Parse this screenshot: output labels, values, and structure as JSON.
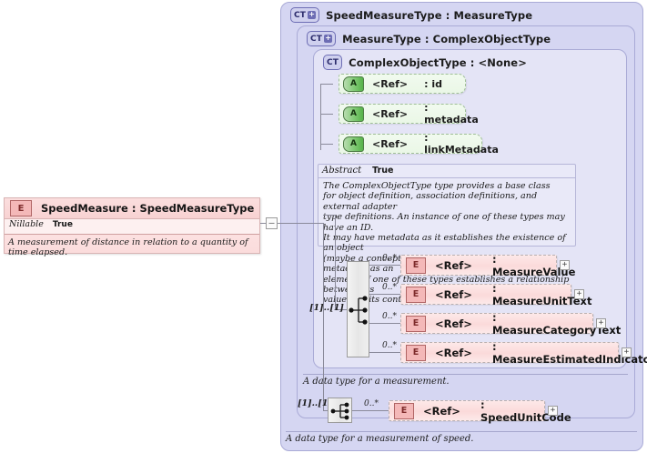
{
  "root_element": {
    "badge": "E",
    "title": "SpeedMeasure : SpeedMeasureType",
    "nillable_key": "Nillable",
    "nillable_value": "True",
    "description": "A measurement of distance in relation to a quantity of time elapsed.",
    "collapse_glyph": "–"
  },
  "panels": {
    "speed_measure_type": {
      "badge": "CT",
      "badge_plus": "+",
      "title": "SpeedMeasureType : MeasureType",
      "caption": "A data type for a measurement of speed."
    },
    "measure_type": {
      "badge": "CT",
      "badge_plus": "+",
      "title": "MeasureType : ComplexObjectType",
      "caption": "A data type for a measurement."
    },
    "complex_object_type": {
      "badge": "CT",
      "title": "ComplexObjectType : <None>"
    }
  },
  "attributes": [
    {
      "badge": "A",
      "ref": "<Ref>",
      "name": ": id"
    },
    {
      "badge": "A",
      "ref": "<Ref>",
      "name": ": metadata"
    },
    {
      "badge": "A",
      "ref": "<Ref>",
      "name": ": linkMetadata"
    }
  ],
  "abstract": {
    "key": "Abstract",
    "value": "True",
    "documentation": "The ComplexObjectType type provides a base class\nfor object definition, association definitions, and external adapter\ntype definitions. An instance of one of these types may have an ID.\nIt may have metadata as it establishes the existence of an object\n(maybe a conceptual object). It may also have link metadata, as an\nelement of one of these types establishes a relationship between its\nvalue and its context."
  },
  "measure_group": {
    "occurrence": "[1]..[1]",
    "compositor": "sequence",
    "elements": [
      {
        "badge": "E",
        "ref": "<Ref>",
        "name": ": MeasureValue",
        "occurrence": "0..*",
        "expander": "+"
      },
      {
        "badge": "E",
        "ref": "<Ref>",
        "name": ": MeasureUnitText",
        "occurrence": "0..*",
        "expander": "+"
      },
      {
        "badge": "E",
        "ref": "<Ref>",
        "name": ": MeasureCategoryText",
        "occurrence": "0..*",
        "expander": "+"
      },
      {
        "badge": "E",
        "ref": "<Ref>",
        "name": ": MeasureEstimatedIndicator",
        "occurrence": "0..*",
        "expander": "+"
      }
    ]
  },
  "speed_group": {
    "occurrence": "[1]..[1]",
    "compositor": "sequence",
    "elements": [
      {
        "badge": "E",
        "ref": "<Ref>",
        "name": ": SpeedUnitCode",
        "occurrence": "0..*",
        "expander": "+"
      }
    ]
  },
  "colors": {
    "type_panel_fill": "#d5d6f2",
    "inner_panel_fill": "#e4e4f6",
    "element_fill": "#fbdada",
    "attribute_fill": "#eaf7e6",
    "doc_fill": "#e9e9f8"
  }
}
